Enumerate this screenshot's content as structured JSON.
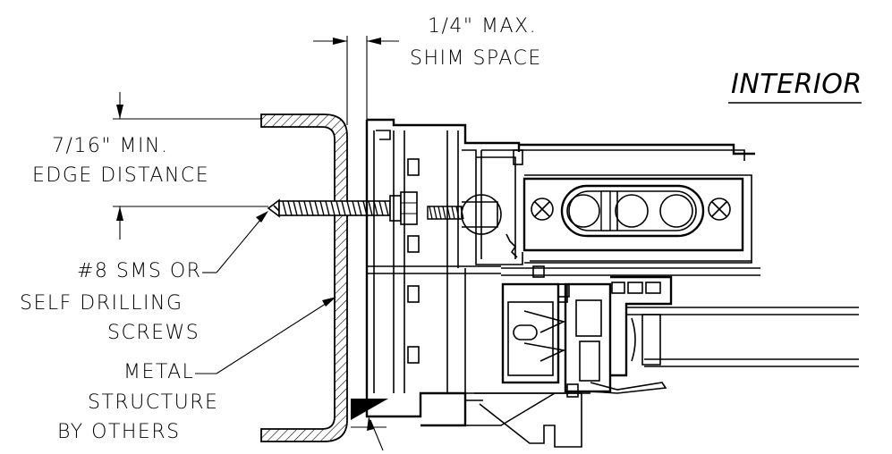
{
  "labels": {
    "shim_line1": "1/4\" MAX.",
    "shim_line2": "SHIM SPACE",
    "interior": "INTERIOR",
    "edge_line1": "7/16\" MIN.",
    "edge_line2": "EDGE DISTANCE",
    "screw_line1": "#8 SMS OR",
    "screw_line2": "SELF DRILLING",
    "screw_line3": "SCREWS",
    "metal_line1": "METAL",
    "metal_line2": "STRUCTURE",
    "metal_line3": "BY OTHERS"
  }
}
